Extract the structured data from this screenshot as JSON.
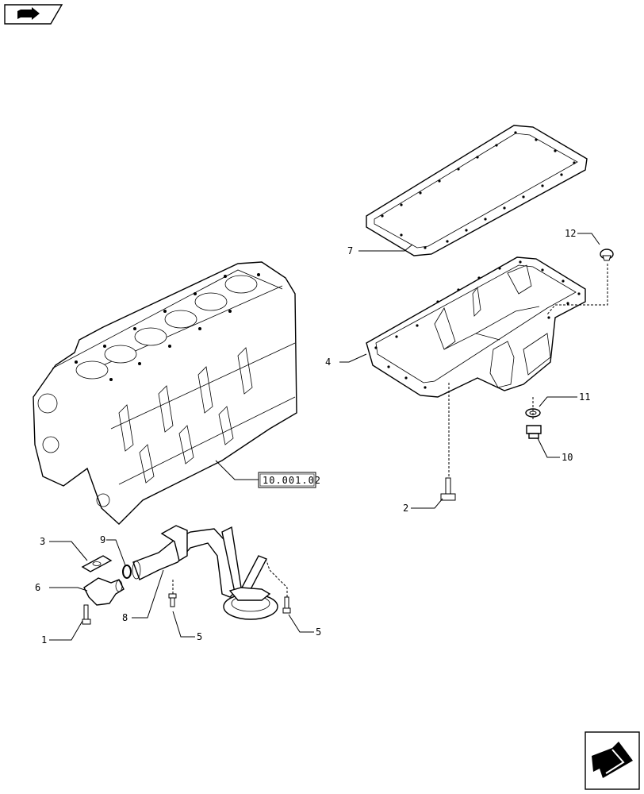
{
  "callouts": {
    "c1": "1",
    "c2": "2",
    "c3": "3",
    "c4": "4",
    "c5a": "5",
    "c5b": "5",
    "c6": "6",
    "c7": "7",
    "c8": "8",
    "c9": "9",
    "c10": "10",
    "c11": "11",
    "c12": "12"
  },
  "reference_box": "10.001.02",
  "icons": {
    "top_left": "book-arrow-icon",
    "bottom_right": "next-page-arrow-icon"
  }
}
